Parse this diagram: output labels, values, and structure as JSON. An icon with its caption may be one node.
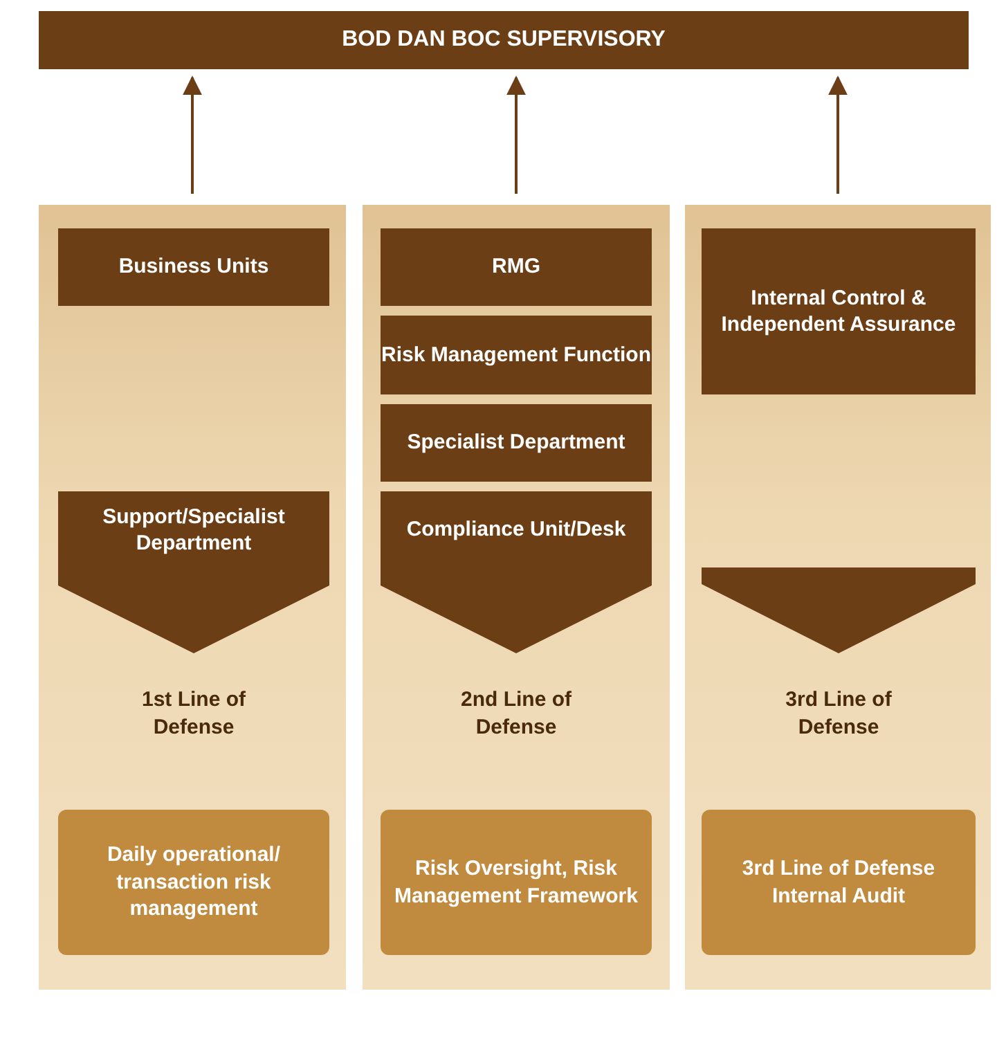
{
  "diagram": {
    "nodes": [
      {
        "text": [
          "BOD DAN BOC SUPERVISORY"
        ]
      },
      {
        "text": [],
        "shape": "box"
      },
      {
        "text": [
          "Business Units"
        ],
        "in": 1
      },
      {
        "text": [
          "Support/Specialist Department"
        ],
        "in": 1
      },
      {
        "text": [
          "1st Line of Defense"
        ],
        "in": 1
      },
      {
        "text": [
          "Daily operational/ transaction risk management"
        ],
        "in": 1
      },
      {
        "text": [],
        "shape": "box"
      },
      {
        "text": [
          "RMG"
        ],
        "in": 6
      },
      {
        "text": [
          "Risk Management Function"
        ],
        "in": 6
      },
      {
        "text": [
          "Specialist Department"
        ],
        "in": 6
      },
      {
        "text": [
          "Compliance Unit/Desk"
        ],
        "in": 6
      },
      {
        "text": [
          "2nd Line of Defense"
        ],
        "in": 6
      },
      {
        "text": [
          "Risk Oversight, Risk Management Framework"
        ],
        "in": 6
      },
      {
        "text": [],
        "shape": "box"
      },
      {
        "text": [
          "Internal Control & Independent Assurance"
        ],
        "in": 13
      },
      {
        "text": [
          "3rd Line of Defense"
        ],
        "in": 13
      },
      {
        "text": [
          "3rd Line of Defense Internal Audit"
        ],
        "in": 13
      }
    ],
    "edges": [
      {
        "from": 1,
        "to": 0,
        "arrow": "to"
      },
      {
        "from": 6,
        "to": 0,
        "arrow": "to"
      },
      {
        "from": 13,
        "to": 0,
        "arrow": "to"
      },
      {
        "from": 3,
        "to": 4,
        "arrow": "to",
        "style": "thick"
      },
      {
        "from": 10,
        "to": 11,
        "arrow": "to",
        "style": "thick"
      },
      {
        "from": 14,
        "to": 15,
        "arrow": "to",
        "style": "thick"
      }
    ]
  }
}
